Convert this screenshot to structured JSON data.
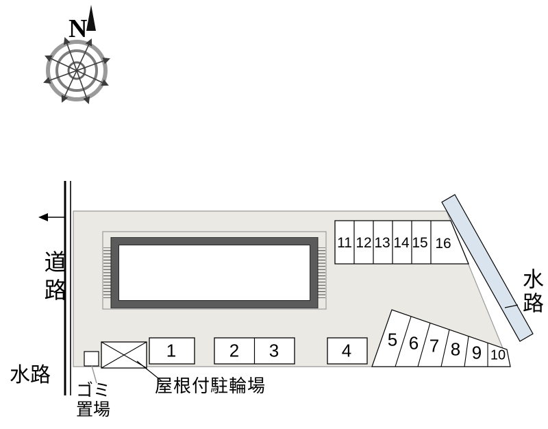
{
  "compass": {
    "north_label": "N"
  },
  "labels": {
    "road": "道路",
    "waterway_left": "水路",
    "waterway_right": "水路",
    "garbage": "ゴミ\n置場",
    "bicycle_parking": "屋根付駐輪場"
  },
  "parking": {
    "top_row": [
      "11",
      "12",
      "13",
      "14",
      "15",
      "16"
    ],
    "diagonal_row": [
      "5",
      "6",
      "7",
      "8",
      "9",
      "10"
    ],
    "bottom_row": [
      "1",
      "2",
      "3",
      "4"
    ]
  },
  "colors": {
    "site_fill": "#ebe9e4",
    "building_wall": "#5b5b5b",
    "waterway_fill": "#d9e4ee",
    "line": "#000000"
  }
}
